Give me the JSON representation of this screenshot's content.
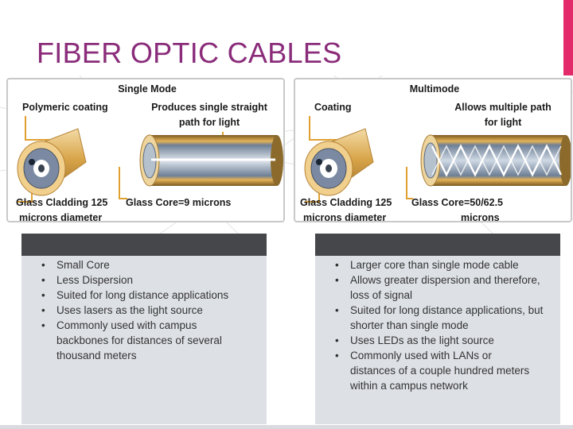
{
  "slide": {
    "title": "FIBER OPTIC CABLES",
    "accent_color": "#e32b6b",
    "title_color": "#8a2c7a"
  },
  "single_mode": {
    "heading": "Single Mode",
    "coating_label": "Polymeric coating",
    "path_label_1": "Produces single straight",
    "path_label_2": "path for light",
    "cladding_label_1": "Glass Cladding 125",
    "cladding_label_2": "microns diameter",
    "core_label": "Glass Core=9 microns",
    "bullets": [
      "Small Core",
      "Less Dispersion",
      "Suited for long distance applications",
      "Uses lasers as the light source",
      "Commonly used with campus backbones for distances of several thousand meters"
    ]
  },
  "multimode": {
    "heading": "Multimode",
    "coating_label": "Coating",
    "path_label_1": "Allows multiple path",
    "path_label_2": "for light",
    "cladding_label_1": "Glass Cladding 125",
    "cladding_label_2": "microns diameter",
    "core_label_1": "Glass Core=50/62.5",
    "core_label_2": "microns",
    "bullets": [
      "Larger core than single mode cable",
      "Allows greater dispersion and therefore, loss of signal",
      "Suited for long distance applications, but shorter than single mode",
      "Uses LEDs as the light source",
      "Commonly used with LANs or distances of a couple hundred meters within a campus network"
    ]
  }
}
